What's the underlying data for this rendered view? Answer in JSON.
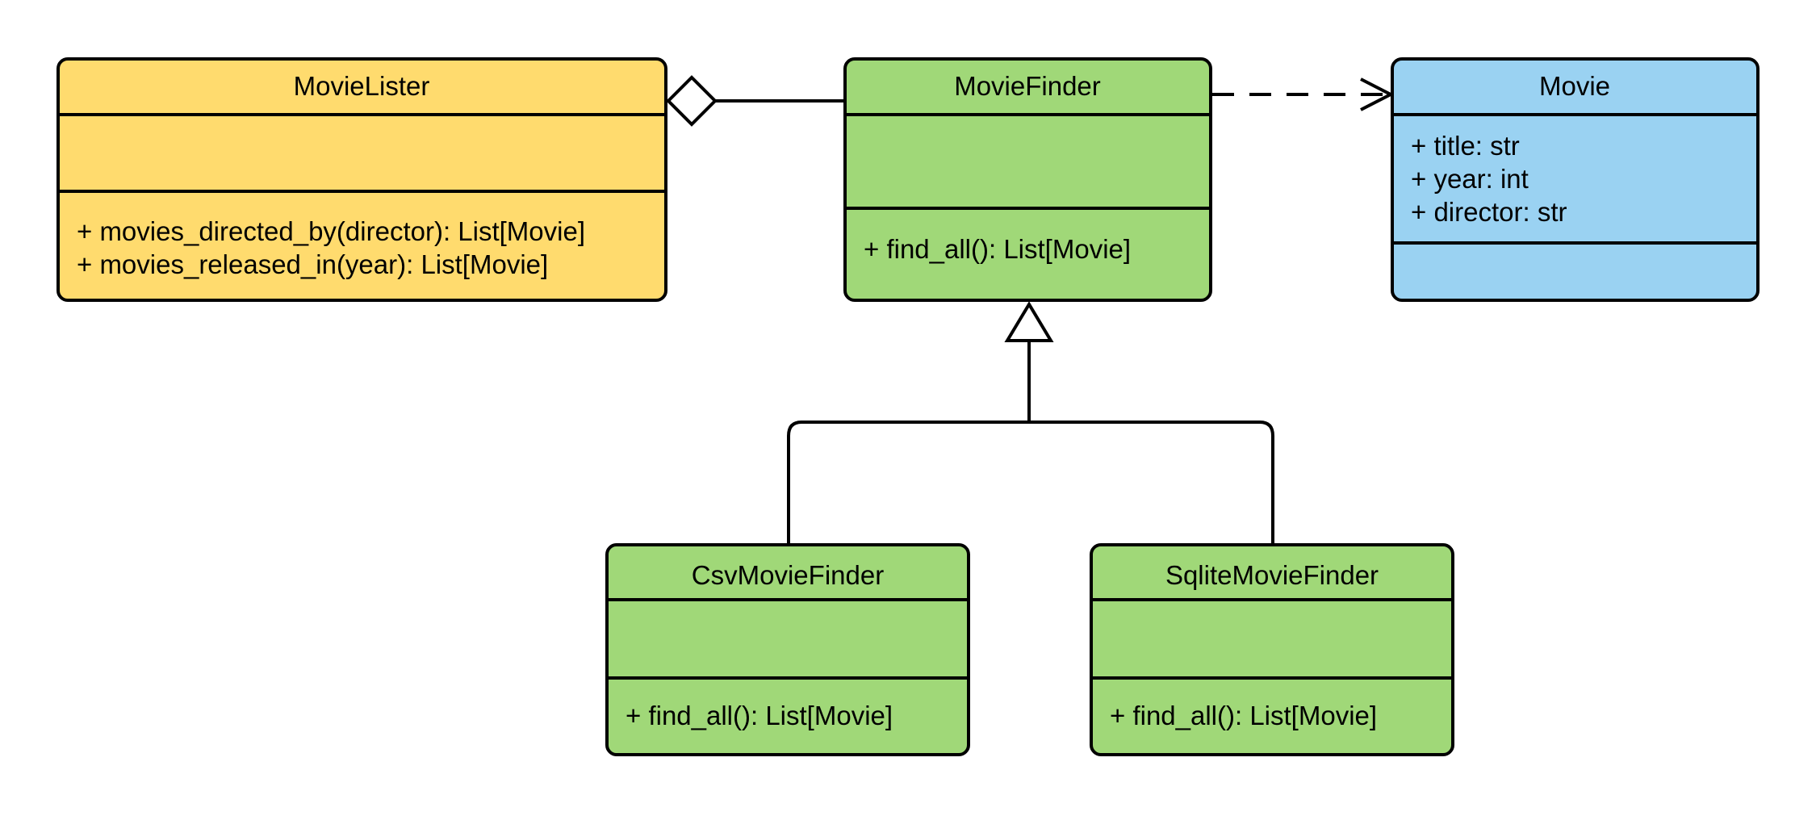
{
  "diagram": {
    "kind": "uml-class-diagram",
    "background_color": "#FFFFFF",
    "line_color": "#000000",
    "text_color": "#000000",
    "classes": [
      {
        "name": "MovieLister",
        "fill": "#FFDB6E",
        "attributes": [],
        "methods": [
          "+ movies_directed_by(director): List[Movie]",
          "+ movies_released_in(year): List[Movie]"
        ]
      },
      {
        "name": "MovieFinder",
        "fill": "#A0D878",
        "attributes": [],
        "methods": [
          "+ find_all(): List[Movie]"
        ]
      },
      {
        "name": "Movie",
        "fill": "#9AD2F2",
        "attributes": [
          "+ title: str",
          "+ year: int",
          "+ director: str"
        ],
        "methods": []
      },
      {
        "name": "CsvMovieFinder",
        "fill": "#A0D878",
        "attributes": [],
        "methods": [
          "+ find_all(): List[Movie]"
        ]
      },
      {
        "name": "SqliteMovieFinder",
        "fill": "#A0D878",
        "attributes": [],
        "methods": [
          "+ find_all(): List[Movie]"
        ]
      }
    ],
    "relationships": [
      {
        "type": "aggregation",
        "from": "MovieLister",
        "to": "MovieFinder",
        "marker": "hollow-diamond",
        "line": "solid"
      },
      {
        "type": "dependency",
        "from": "MovieFinder",
        "to": "Movie",
        "marker": "open-arrowhead",
        "line": "dashed"
      },
      {
        "type": "inheritance",
        "from": "CsvMovieFinder",
        "to": "MovieFinder",
        "marker": "hollow-triangle",
        "line": "solid"
      },
      {
        "type": "inheritance",
        "from": "SqliteMovieFinder",
        "to": "MovieFinder",
        "marker": "hollow-triangle",
        "line": "solid"
      }
    ]
  }
}
